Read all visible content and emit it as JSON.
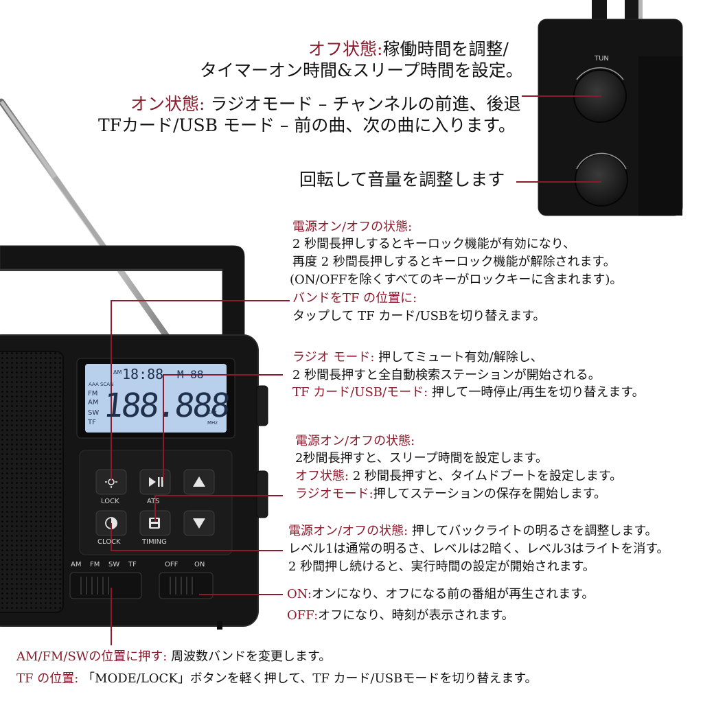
{
  "top": {
    "off_state_label": "オフ状態:",
    "off_state_text": "稼働時間を調整/",
    "off_state_text2": "タイマーオン時間&スリープ時間を設定。",
    "on_state_label": "オン状態:",
    "on_state_text": "ラジオモード – チャンネルの前進、後退",
    "on_state_text2": "TFカード/USB モード – 前の曲、次の曲に入ります。",
    "volume_text": "回転して音量を調整します"
  },
  "device": {
    "tun_label": "TUN",
    "lcd_time": "18:88",
    "lcd_small": "AM",
    "lcd_freq": "188.888",
    "lcd_bands": [
      "FM",
      "AM",
      "SW",
      "TF"
    ],
    "lcd_units": [
      "KHz",
      "MHz"
    ],
    "lcd_aaa": "AAA SCAN",
    "lcd_m": "M 88",
    "btn_lock": "LOCK",
    "btn_ats": "ATS",
    "btn_clock": "CLOCK",
    "btn_timing": "TIMING",
    "band_labels": [
      "AM",
      "FM",
      "SW",
      "TF"
    ],
    "power_labels": [
      "OFF",
      "ON"
    ]
  },
  "annotations": {
    "lock_title": "電源オン/オフの状態:",
    "lock_l1": "2 秒間長押しするとキーロック機能が有効になり、",
    "lock_l2": "再度 2 秒間長押しするとキーロック機能が解除されます。",
    "lock_l3": "(ON/OFFを除くすべてのキーがロックキーに含まれます)。",
    "lock_tf_title": "バンドをTF の位置に:",
    "lock_tf_text": "タップして TF カード/USBを切り替えます。",
    "play_title1": "ラジオ モード:",
    "play_text1": "押してミュート有効/解除し、",
    "play_text2": "2 秒間長押すと全自動検索ステーションが開始される。",
    "play_title3": "TF カード/USB/モード:",
    "play_text3": "押して一時停止/再生を切り替えます。",
    "timing_title": "電源オン/オフの状態:",
    "timing_l1": "2秒間長押すと、スリープ時間を設定します。",
    "timing_off_label": "オフ状態:",
    "timing_off_text": "2 秒間長押すと、タイムドブートを設定します。",
    "timing_radio_label": "ラジオモード:",
    "timing_radio_text": "押してステーションの保存を開始します。",
    "clock_title": "電源オン/オフの状態:",
    "clock_title_text": "押してバックライトの明るさを調整します。",
    "clock_l2": "レベル1は通常の明るさ、レベルは2暗く、レベル3はライトを消す。",
    "clock_l3": "2 秒間押し続けると、実行時間の設定が開始されます。",
    "on_label": "ON:",
    "on_text": "オンになり、オフになる前の番組が再生されます。",
    "off_label": "OFF:",
    "off_text": "オフになり、時刻が表示されます。",
    "band_label": "AM/FM/SWの位置に押す:",
    "band_text": "周波数バンドを変更します。",
    "tf_label": "TF の位置:",
    "tf_text": "「MODE/LOCK」ボタンを軽く押して、TF カード/USBモードを切り替えます。"
  }
}
